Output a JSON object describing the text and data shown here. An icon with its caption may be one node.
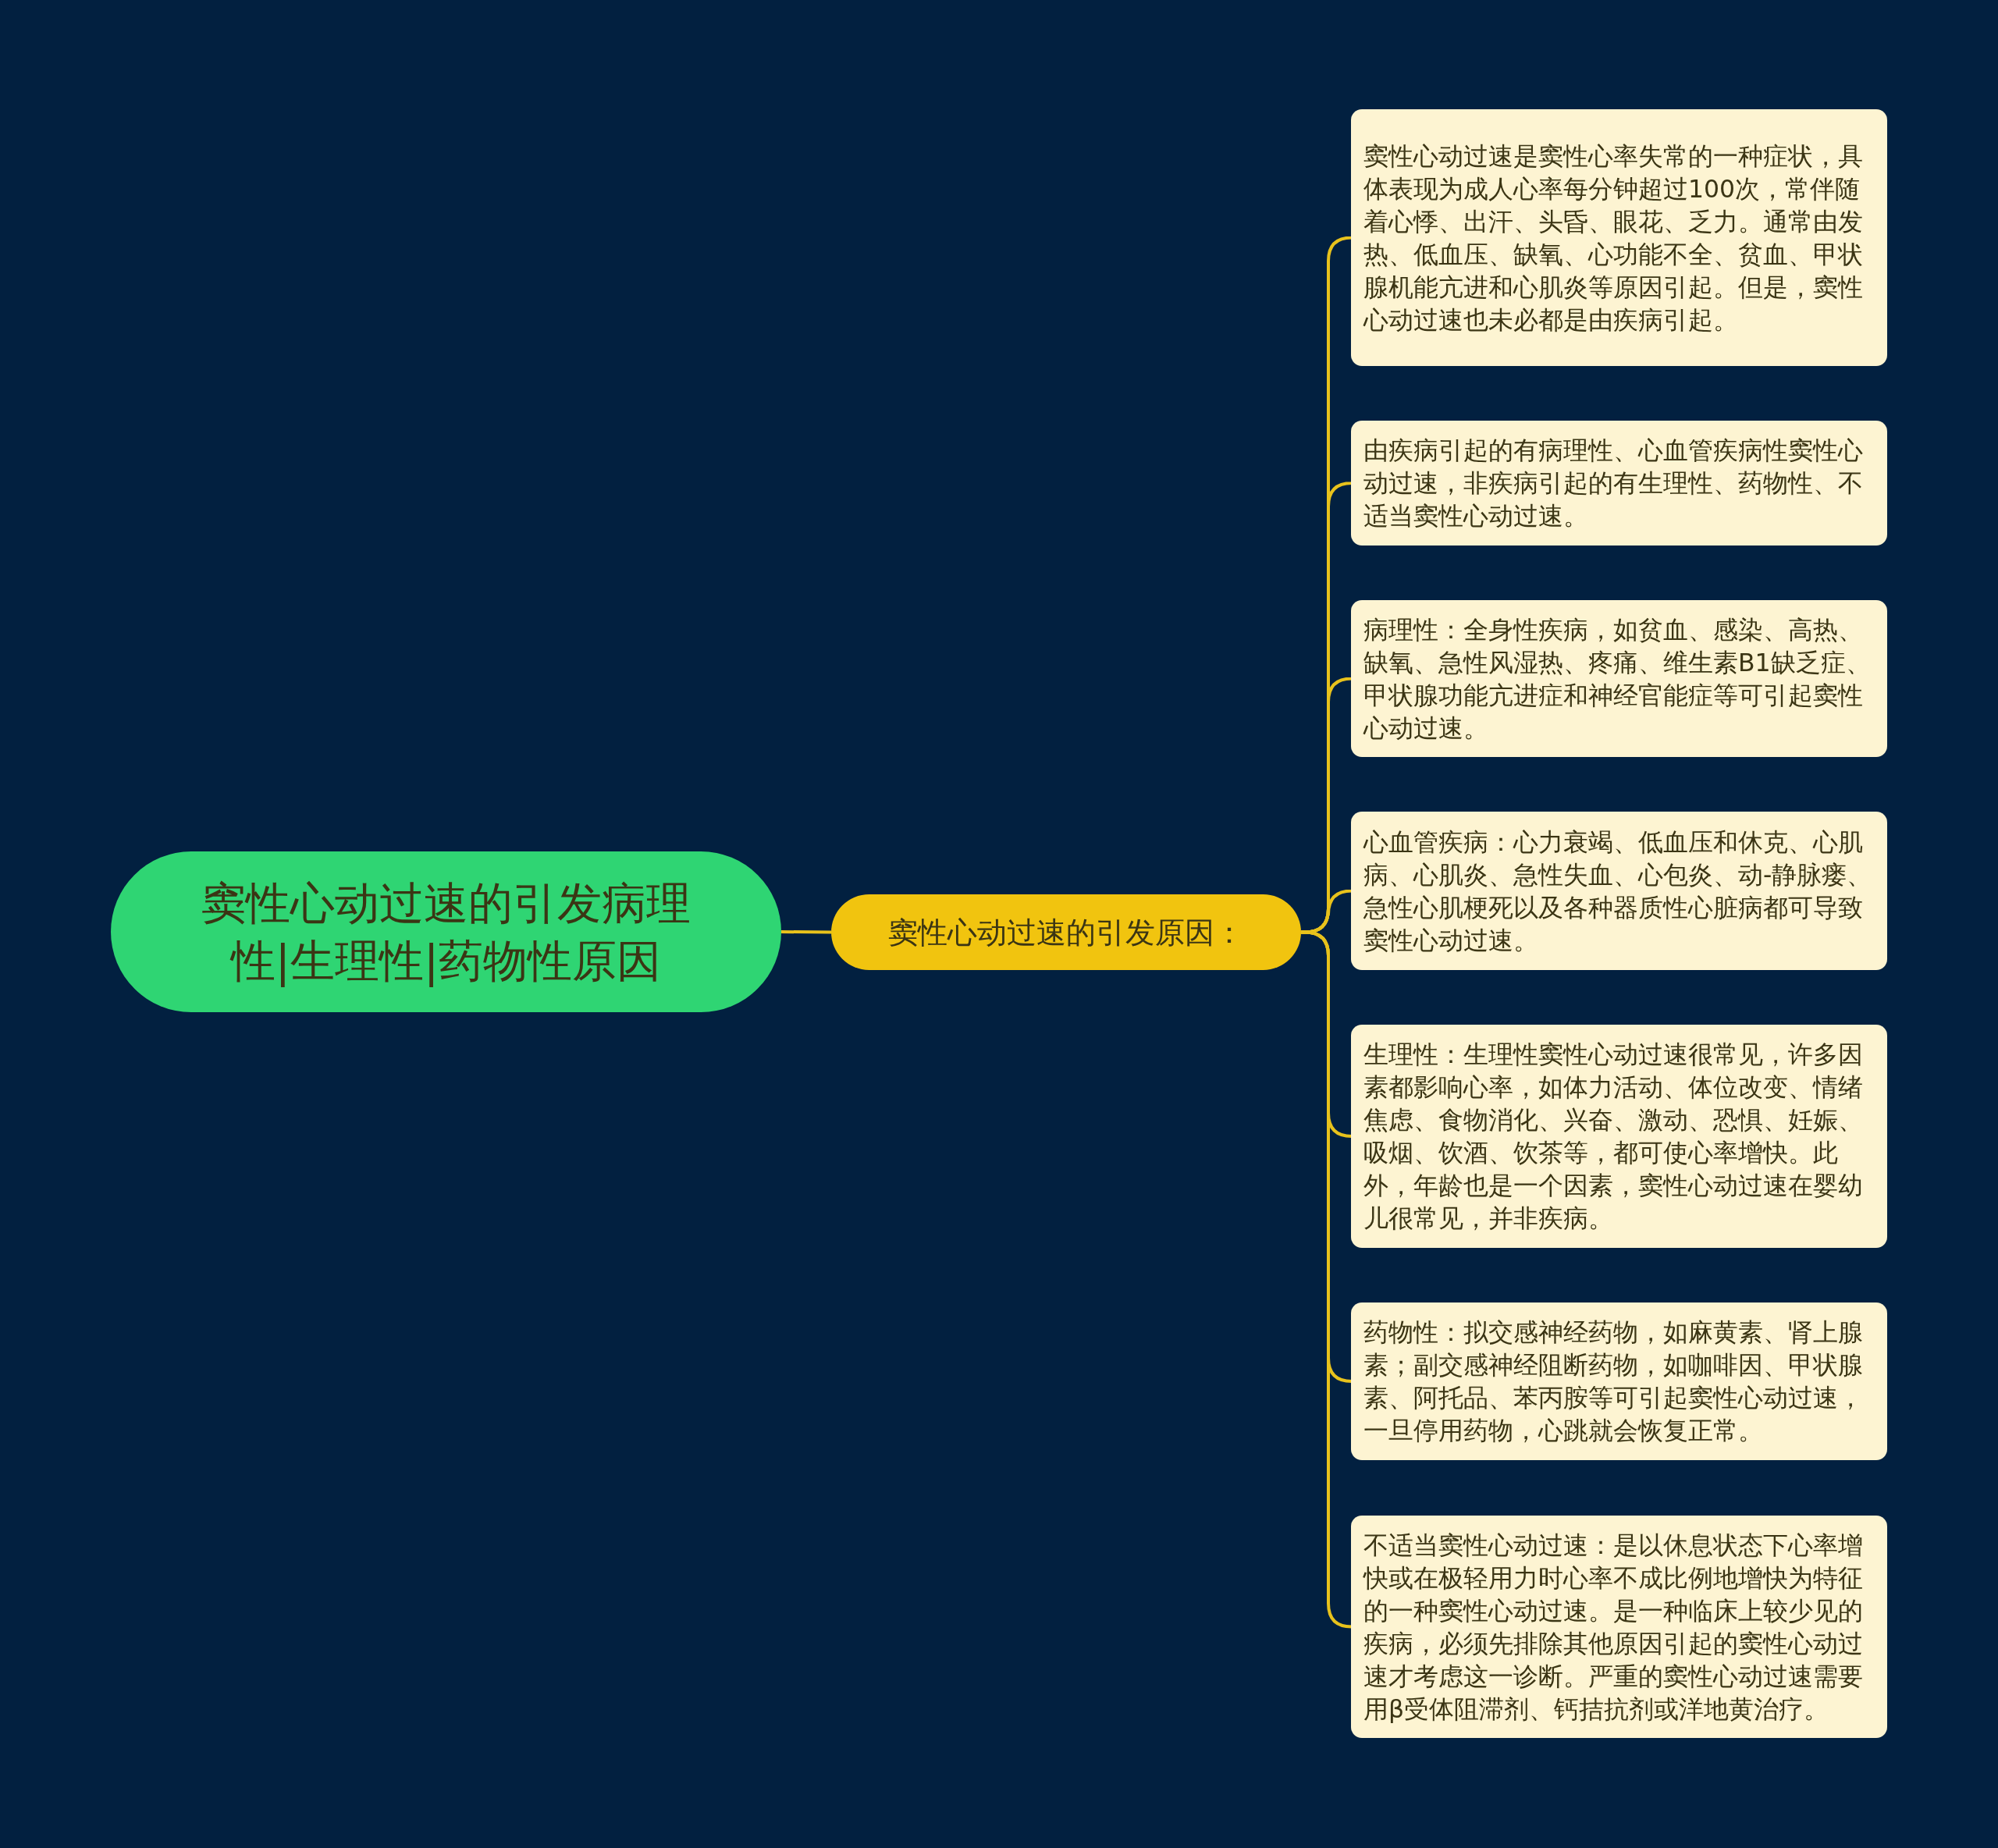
{
  "diagram": {
    "nodes": [
      {
        "text": [
          "窦性心动过速的引发病理性|生理性|药物性原因"
        ]
      },
      {
        "text": [
          "窦性心动过速的引发原因："
        ]
      },
      {
        "text": [
          "窦性心动过速是窦性心率失常的一种症状，具体表现为成人心率每分钟超过100次，常伴随着心悸、出汗、头昏、眼花、乏力。通常由发热、低血压、缺氧、心功能不全、贫血、甲状腺机能亢进和心肌炎等原因引起。但是，窦性心动过速也未必都是由疾病引起。"
        ]
      },
      {
        "text": [
          "由疾病引起的有病理性、心血管疾病性窦性心动过速，非疾病引起的有生理性、药物性、不适当窦性心动过速。"
        ]
      },
      {
        "text": [
          "病理性：全身性疾病，如贫血、感染、高热、缺氧、急性风湿热、疼痛、维生素B1缺乏症、甲状腺功能亢进症和神经官能症等可引起窦性心动过速。"
        ]
      },
      {
        "text": [
          "心血管疾病：心力衰竭、低血压和休克、心肌病、心肌炎、急性失血、心包炎、动-静脉瘘、急性心肌梗死以及各种器质性心脏病都可导致窦性心动过速。"
        ]
      },
      {
        "text": [
          "生理性：生理性窦性心动过速很常见，许多因素都影响心率，如体力活动、体位改变、情绪焦虑、食物消化、兴奋、激动、恐惧、妊娠、吸烟、饮酒、饮茶等，都可使心率增快。此外，年龄也是一个因素，窦性心动过速在婴幼儿很常见，并非疾病。"
        ]
      },
      {
        "text": [
          "药物性：拟交感神经药物，如麻黄素、肾上腺素；副交感神经阻断药物，如咖啡因、甲状腺素、阿托品、苯丙胺等可引起窦性心动过速，一旦停用药物，心跳就会恢复正常。"
        ]
      },
      {
        "text": [
          "不适当窦性心动过速：是以休息状态下心率增快或在极轻用力时心率不成比例地增快为特征的一种窦性心动过速。是一种临床上较少见的疾病，必须先排除其他原因引起的窦性心动过速才考虑这一诊断。严重的窦性心动过速需要用β受体阻滞剂、钙拮抗剂或洋地黄治疗。"
        ]
      }
    ],
    "edges": [
      {
        "from": 0,
        "to": 1,
        "arrow": "none"
      },
      {
        "from": 1,
        "to": 2,
        "arrow": "none"
      },
      {
        "from": 1,
        "to": 3,
        "arrow": "none"
      },
      {
        "from": 1,
        "to": 4,
        "arrow": "none"
      },
      {
        "from": 1,
        "to": 5,
        "arrow": "none"
      },
      {
        "from": 1,
        "to": 6,
        "arrow": "none"
      },
      {
        "from": 1,
        "to": 7,
        "arrow": "none"
      },
      {
        "from": 1,
        "to": 8,
        "arrow": "none"
      }
    ]
  }
}
